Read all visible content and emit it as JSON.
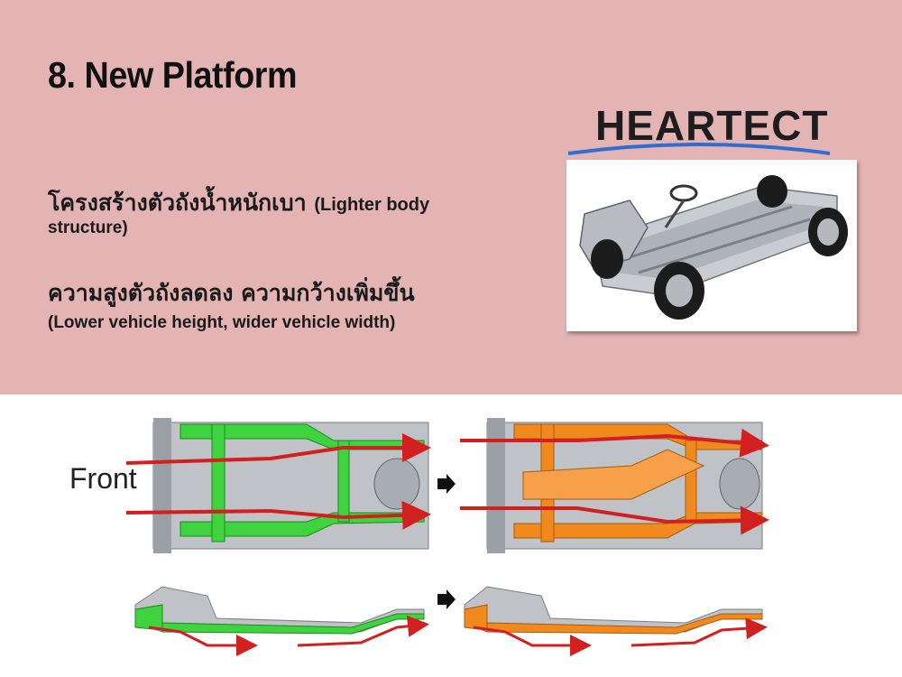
{
  "slide": {
    "title": "8. New Platform",
    "bullet1_thai": "โครงสร้างตัวถังน้ำหนักเบา",
    "bullet1_en_inline": "(Lighter body",
    "bullet1_en_cont": "structure)",
    "bullet2_thai": "ความสูงตัวถังลดลง ความกว้างเพิ่มขึ้น",
    "bullet2_en": "(Lower vehicle height, wider vehicle width)"
  },
  "logo": {
    "text": "HEARTECT"
  },
  "diagram": {
    "front_label": "Front"
  },
  "colors": {
    "band": "#e4b3b3",
    "old_frame": "#3fd33f",
    "new_frame": "#f08a1e",
    "arrow": "#d21f1f"
  }
}
